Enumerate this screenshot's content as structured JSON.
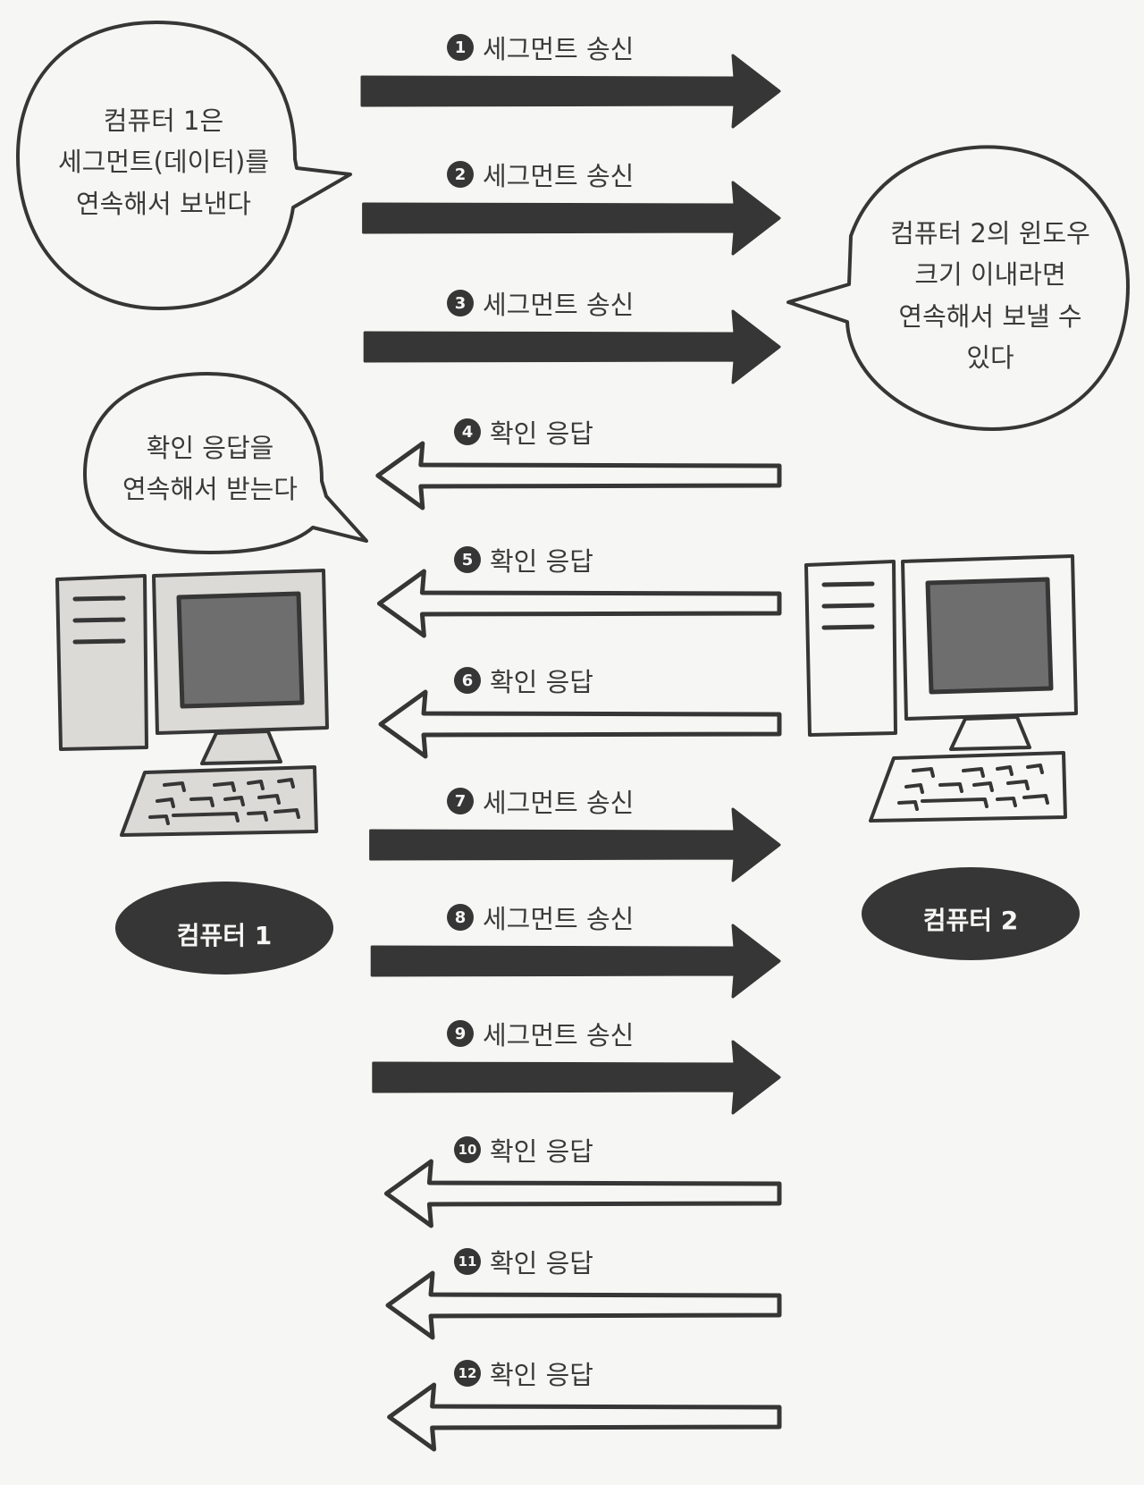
{
  "bubbles": {
    "pc1_send": {
      "lines": [
        "컴퓨터 1은",
        "세그먼트(데이터)를",
        "연속해서 보낸다"
      ]
    },
    "pc2_window": {
      "lines": [
        "컴퓨터 2의 윈도우",
        "크기 이내라면",
        "연속해서 보낼 수",
        "있다"
      ]
    },
    "pc1_ack": {
      "lines": [
        "확인 응답을",
        "연속해서 받는다"
      ]
    }
  },
  "computers": {
    "pc1": {
      "label": "컴퓨터 1"
    },
    "pc2": {
      "label": "컴퓨터 2"
    }
  },
  "steps": [
    {
      "num": "1",
      "label": "세그먼트 송신",
      "direction": "right"
    },
    {
      "num": "2",
      "label": "세그먼트 송신",
      "direction": "right"
    },
    {
      "num": "3",
      "label": "세그먼트 송신",
      "direction": "right"
    },
    {
      "num": "4",
      "label": "확인 응답",
      "direction": "left"
    },
    {
      "num": "5",
      "label": "확인 응답",
      "direction": "left"
    },
    {
      "num": "6",
      "label": "확인 응답",
      "direction": "left"
    },
    {
      "num": "7",
      "label": "세그먼트 송신",
      "direction": "right"
    },
    {
      "num": "8",
      "label": "세그먼트 송신",
      "direction": "right"
    },
    {
      "num": "9",
      "label": "세그먼트 송신",
      "direction": "right"
    },
    {
      "num": "10",
      "label": "확인 응답",
      "direction": "left"
    },
    {
      "num": "11",
      "label": "확인 응답",
      "direction": "left"
    },
    {
      "num": "12",
      "label": "확인 응답",
      "direction": "left"
    }
  ],
  "colors": {
    "ink": "#363636",
    "paper": "#f6f6f4",
    "screen": "#6e6e6e",
    "case": "#dcdad6"
  }
}
